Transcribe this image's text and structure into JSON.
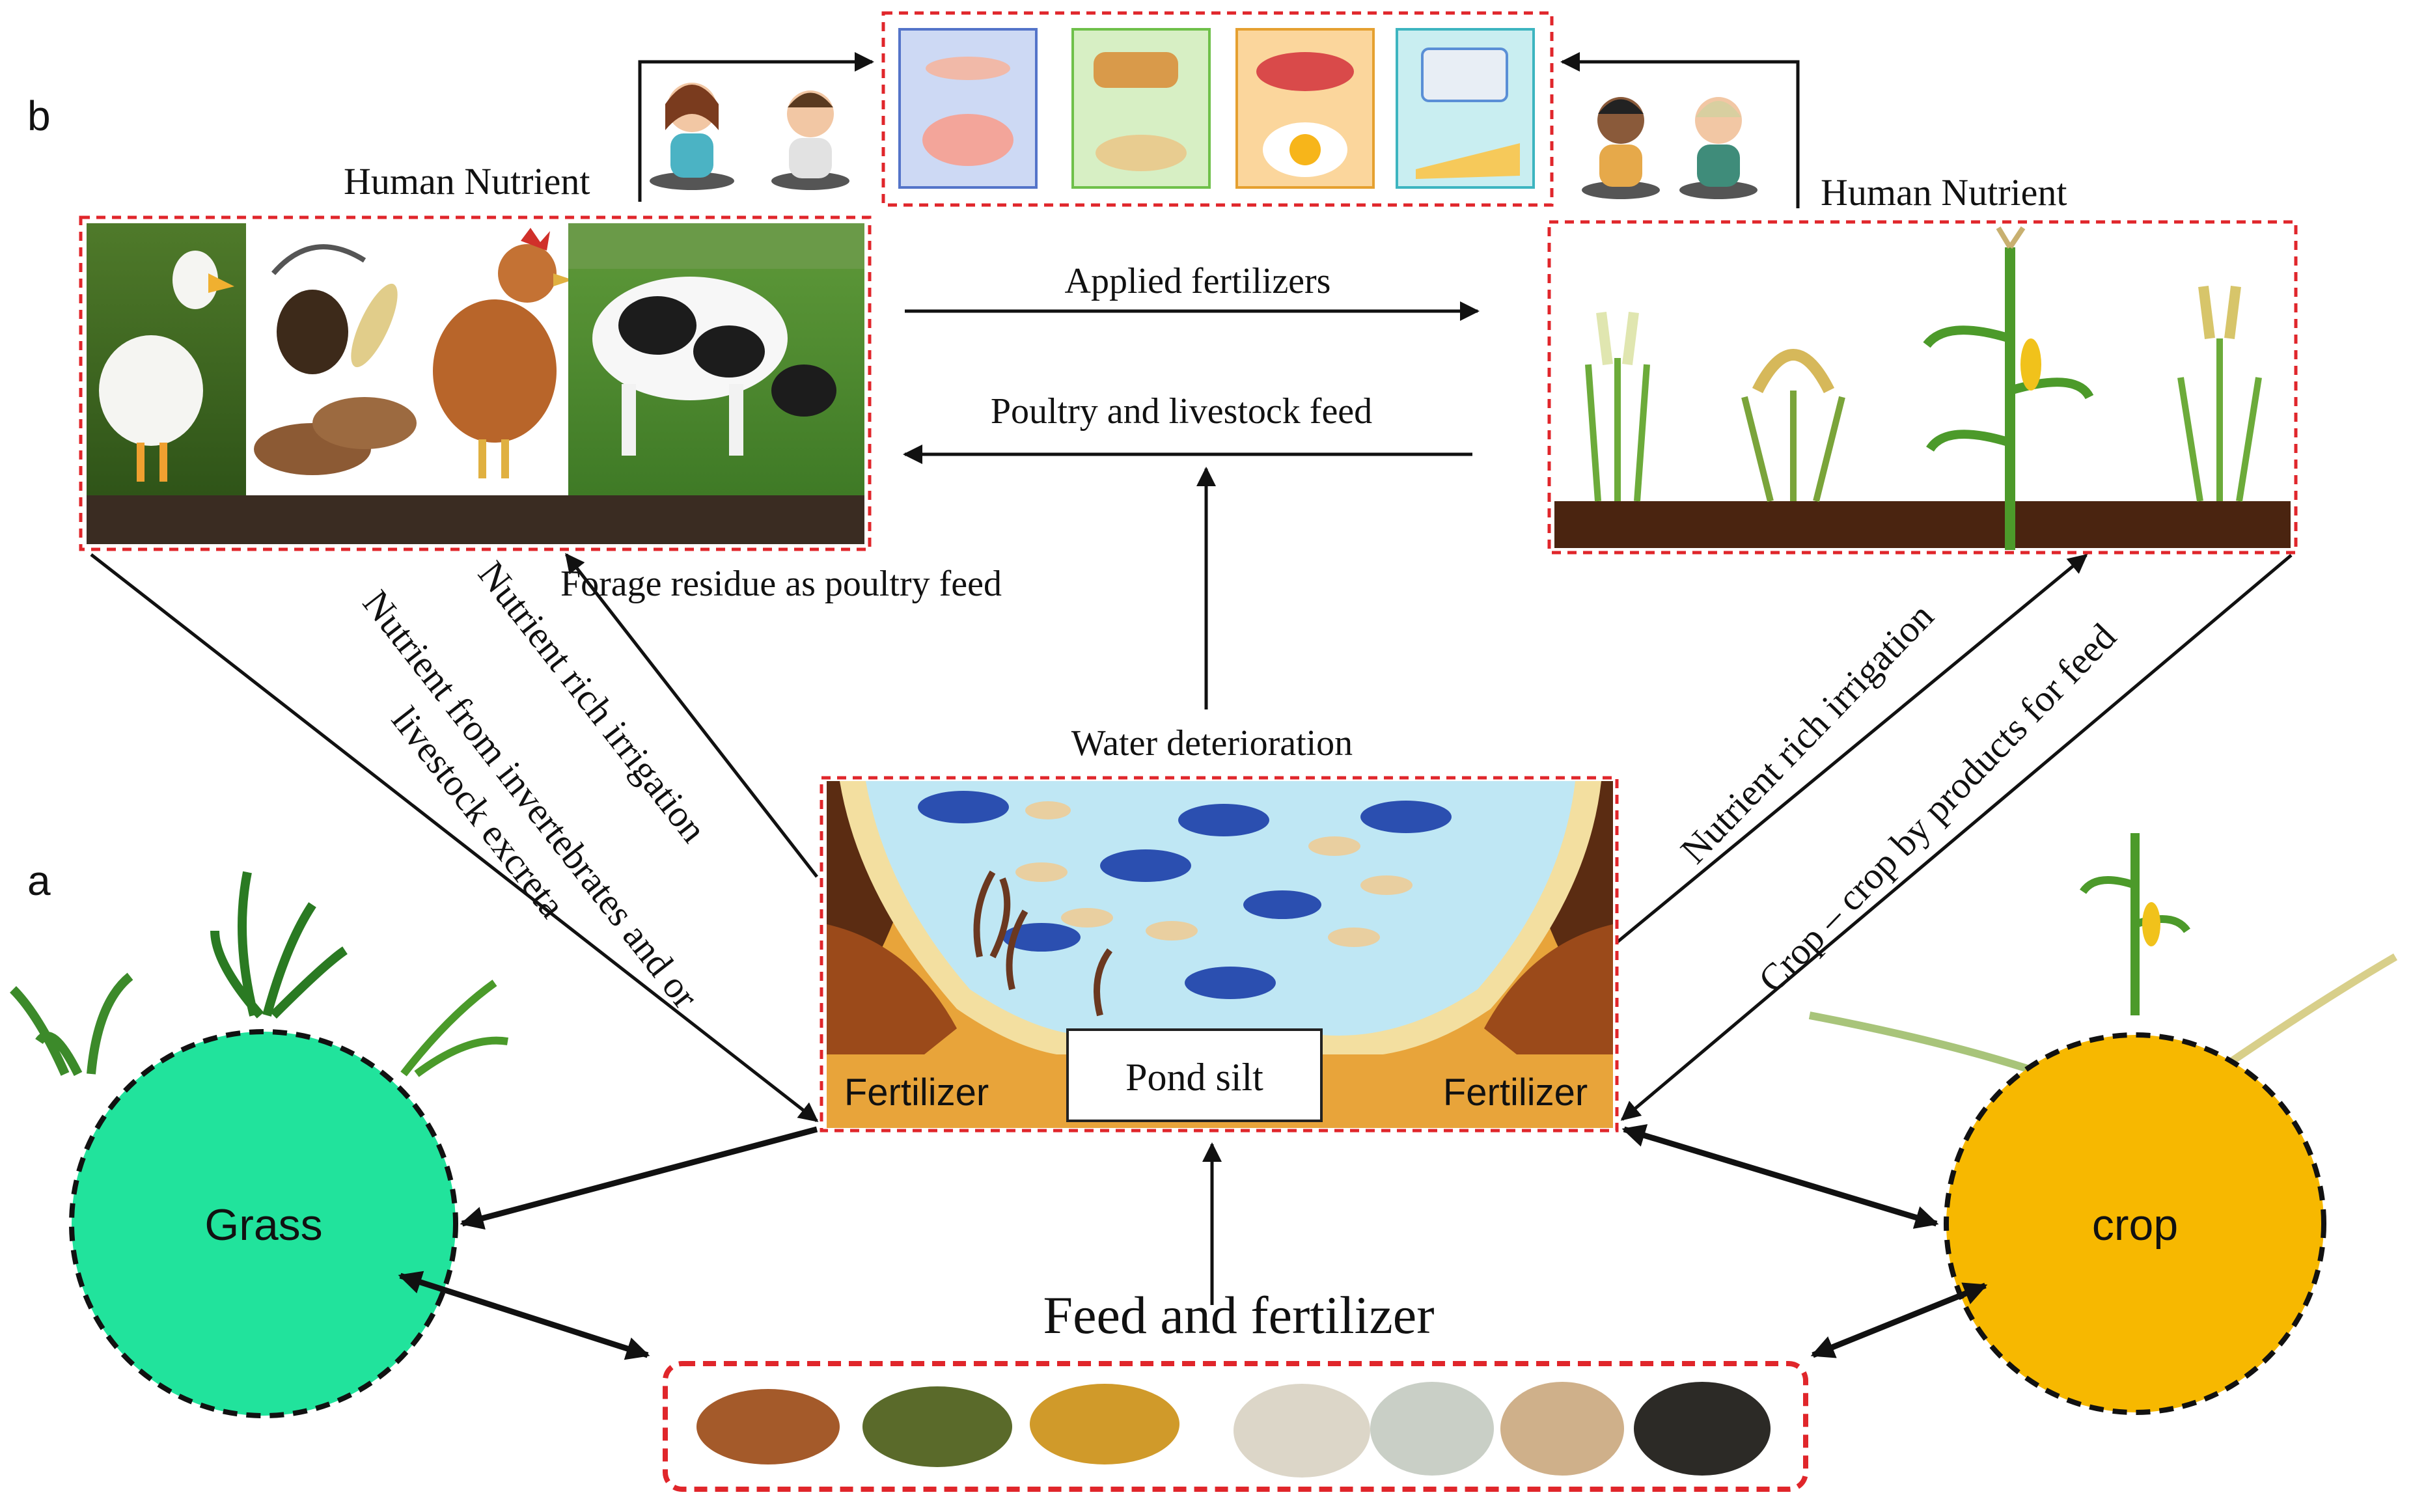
{
  "panel_labels": {
    "a": "a",
    "b": "b"
  },
  "labels": {
    "human_nutrient_left": "Human Nutrient",
    "human_nutrient_right": "Human Nutrient",
    "applied_fertilizers": "Applied fertilizers",
    "poultry_livestock_feed": "Poultry and livestock feed",
    "forage_residue": "Forage residue as poultry feed",
    "water_deterioration": "Water deterioration",
    "nutrient_irrigation_left": "Nutrient rich irrigation",
    "nutrient_invertebrates_line1": "Nutrient from invertebrates  and or",
    "nutrient_invertebrates_line2": "livestock excreta",
    "nutrient_irrigation_right": "Nutrient rich irrigation",
    "crop_byproducts": "Crop – crop by products for feed",
    "fertilizer_left": "Fertilizer",
    "fertilizer_right": "Fertilizer",
    "pond_silt": "Pond silt",
    "feed_and_fertilizer": "Feed and fertilizer",
    "grass": "Grass",
    "crop": "crop"
  },
  "colors": {
    "grass_circle": "#21e39c",
    "crop_circle": "#f7b800",
    "dashed_border": "#e0262b",
    "pond_water": "#bfe7f4",
    "soil_dark": "#5b2c12",
    "soil_mid": "#9b4a1a",
    "soil_light": "#e8a43a",
    "sand": "#f3dfa0"
  },
  "icons": {
    "food_panels": [
      "seafood-icon",
      "bread-grain-icon",
      "meat-egg-icon",
      "dairy-icon"
    ],
    "livestock": [
      "duck-icon",
      "beetle-larva-icon",
      "chicken-icon",
      "cow-icon"
    ],
    "crops": [
      "wheat-plant-icon",
      "rice-plant-icon",
      "maize-plant-icon",
      "barley-plant-icon"
    ],
    "people": [
      "woman-eating-icon",
      "man-eating-icon",
      "man-eating-icon",
      "woman-eating-icon"
    ],
    "feed_piles": [
      "brown-pellet-icon",
      "mixed-pellet-icon",
      "yellow-pellet-icon",
      "white-granule-icon",
      "grey-granule-icon",
      "tan-granule-icon",
      "black-granule-icon"
    ]
  }
}
